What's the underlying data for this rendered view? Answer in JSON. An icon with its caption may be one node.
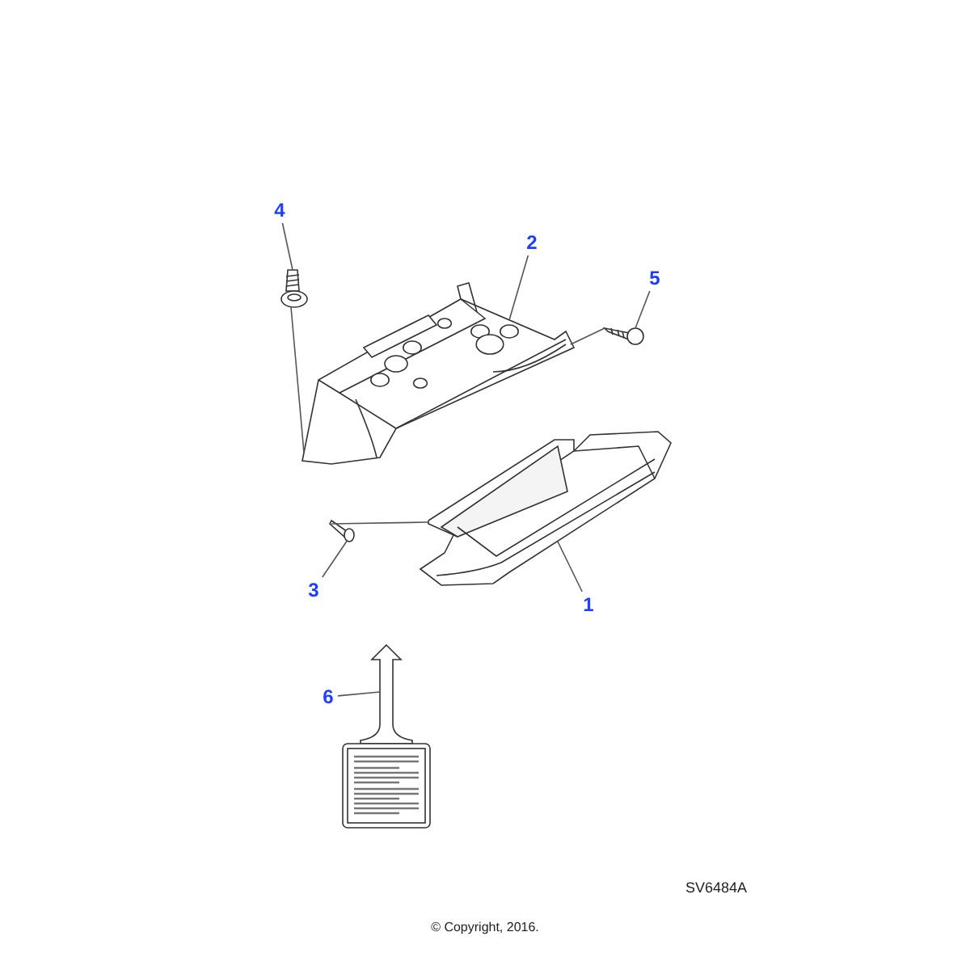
{
  "diagram": {
    "nodes": [
      {
        "text": [
          "4"
        ]
      },
      {
        "text": [
          "2"
        ]
      },
      {
        "text": [
          "5"
        ]
      },
      {
        "text": [
          "3"
        ]
      },
      {
        "text": [
          "1"
        ]
      },
      {
        "text": [
          "6"
        ]
      },
      {
        "text": [],
        "shape": "picture"
      },
      {
        "text": [],
        "shape": "picture"
      },
      {
        "text": [],
        "shape": "picture"
      },
      {
        "text": [],
        "shape": "picture"
      },
      {
        "text": [],
        "shape": "picture"
      },
      {
        "text": [],
        "shape": "picture"
      }
    ],
    "edges": [
      {
        "from": 0,
        "to": 6,
        "arrow": "none"
      },
      {
        "from": 1,
        "to": 7,
        "arrow": "none"
      },
      {
        "from": 2,
        "to": 8,
        "arrow": "none"
      },
      {
        "from": 3,
        "to": 10,
        "arrow": "none"
      },
      {
        "from": 4,
        "to": 9,
        "arrow": "none"
      },
      {
        "from": 5,
        "to": 11,
        "arrow": "none"
      },
      {
        "from": 6,
        "to": 7,
        "arrow": "none"
      },
      {
        "from": 8,
        "to": 7,
        "arrow": "none"
      },
      {
        "from": 10,
        "to": 9,
        "arrow": "none"
      }
    ],
    "labels": [
      "SV6484A",
      "© Copyright, 2016."
    ]
  }
}
